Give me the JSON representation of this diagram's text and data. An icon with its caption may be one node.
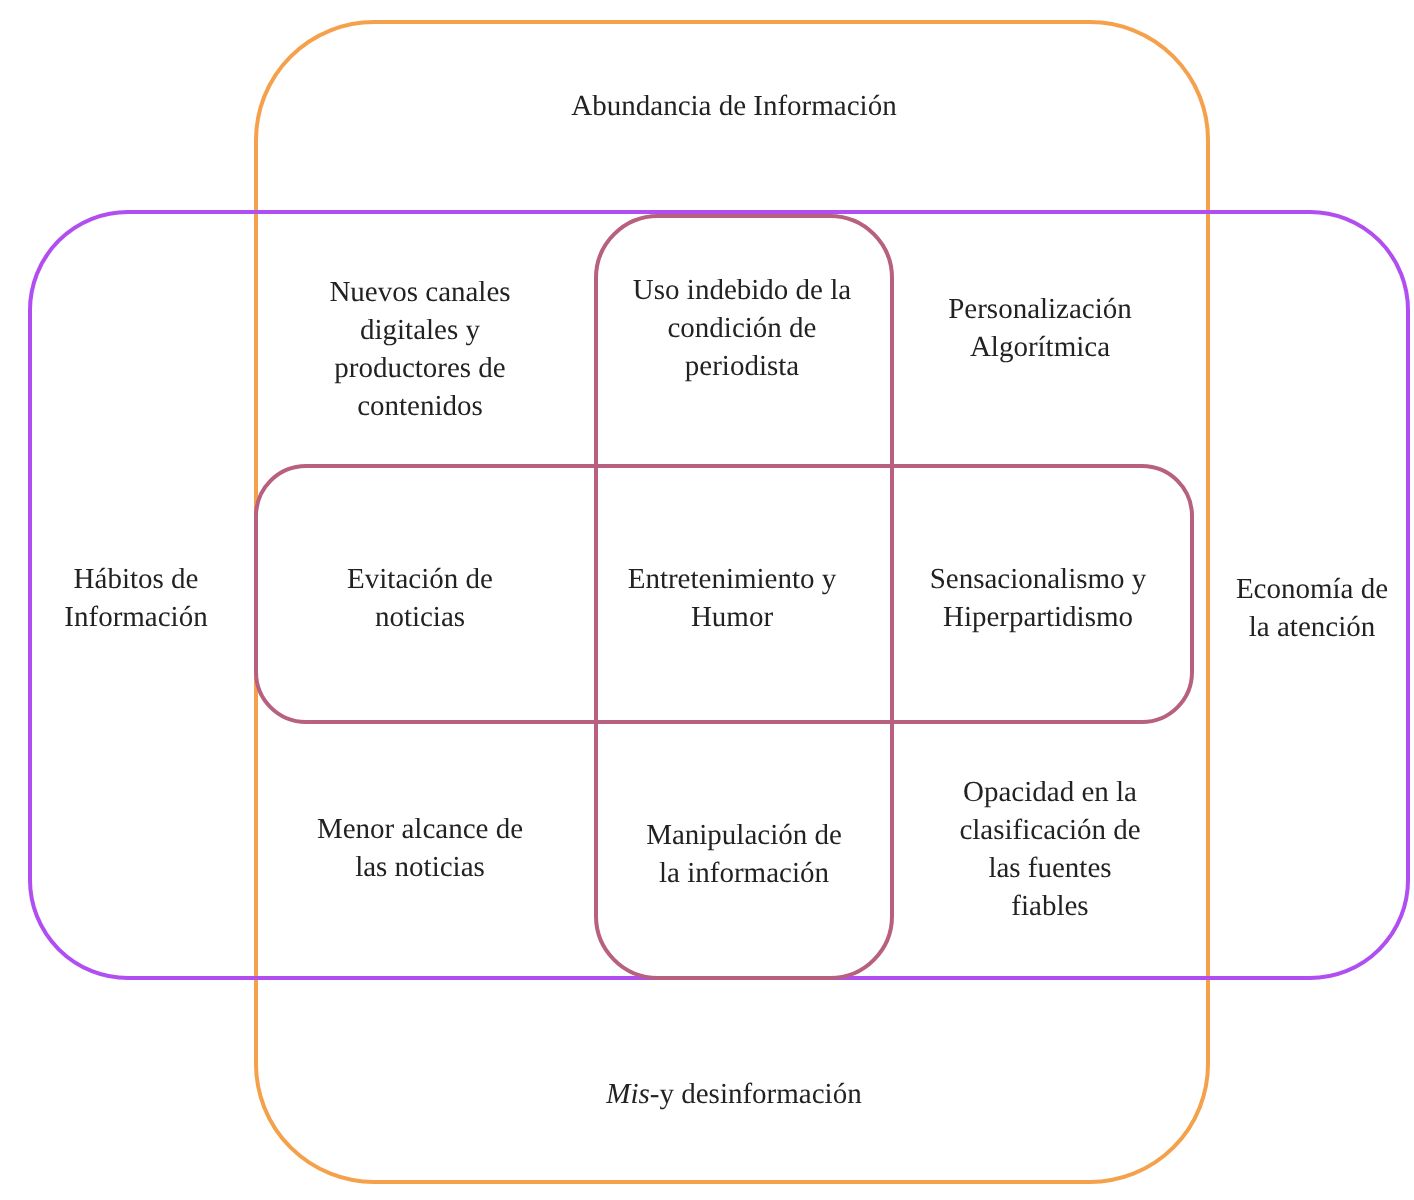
{
  "diagram": {
    "nodes": [
      {
        "text": [
          "Abundancia de Información",
          "*Mis*-y desinformación"
        ]
      },
      {
        "text": [
          "Hábitos de Información",
          "Economía de la atención"
        ]
      },
      {
        "text": [],
        "shape": "box"
      },
      {
        "text": [],
        "shape": "box"
      }
    ],
    "labels": [
      "Nuevos canales digitales y productores de contenidos",
      "Uso indebido de la condición de periodista",
      "Personalización Algorítmica",
      "Evitación de noticias",
      "Entretenimiento y Humor",
      "Sensacionalismo y Hiperpartidismo",
      "Menor alcance de las noticias",
      "Manipulación de la información",
      "Opacidad en la clasificación de las fuentes fiables"
    ]
  }
}
